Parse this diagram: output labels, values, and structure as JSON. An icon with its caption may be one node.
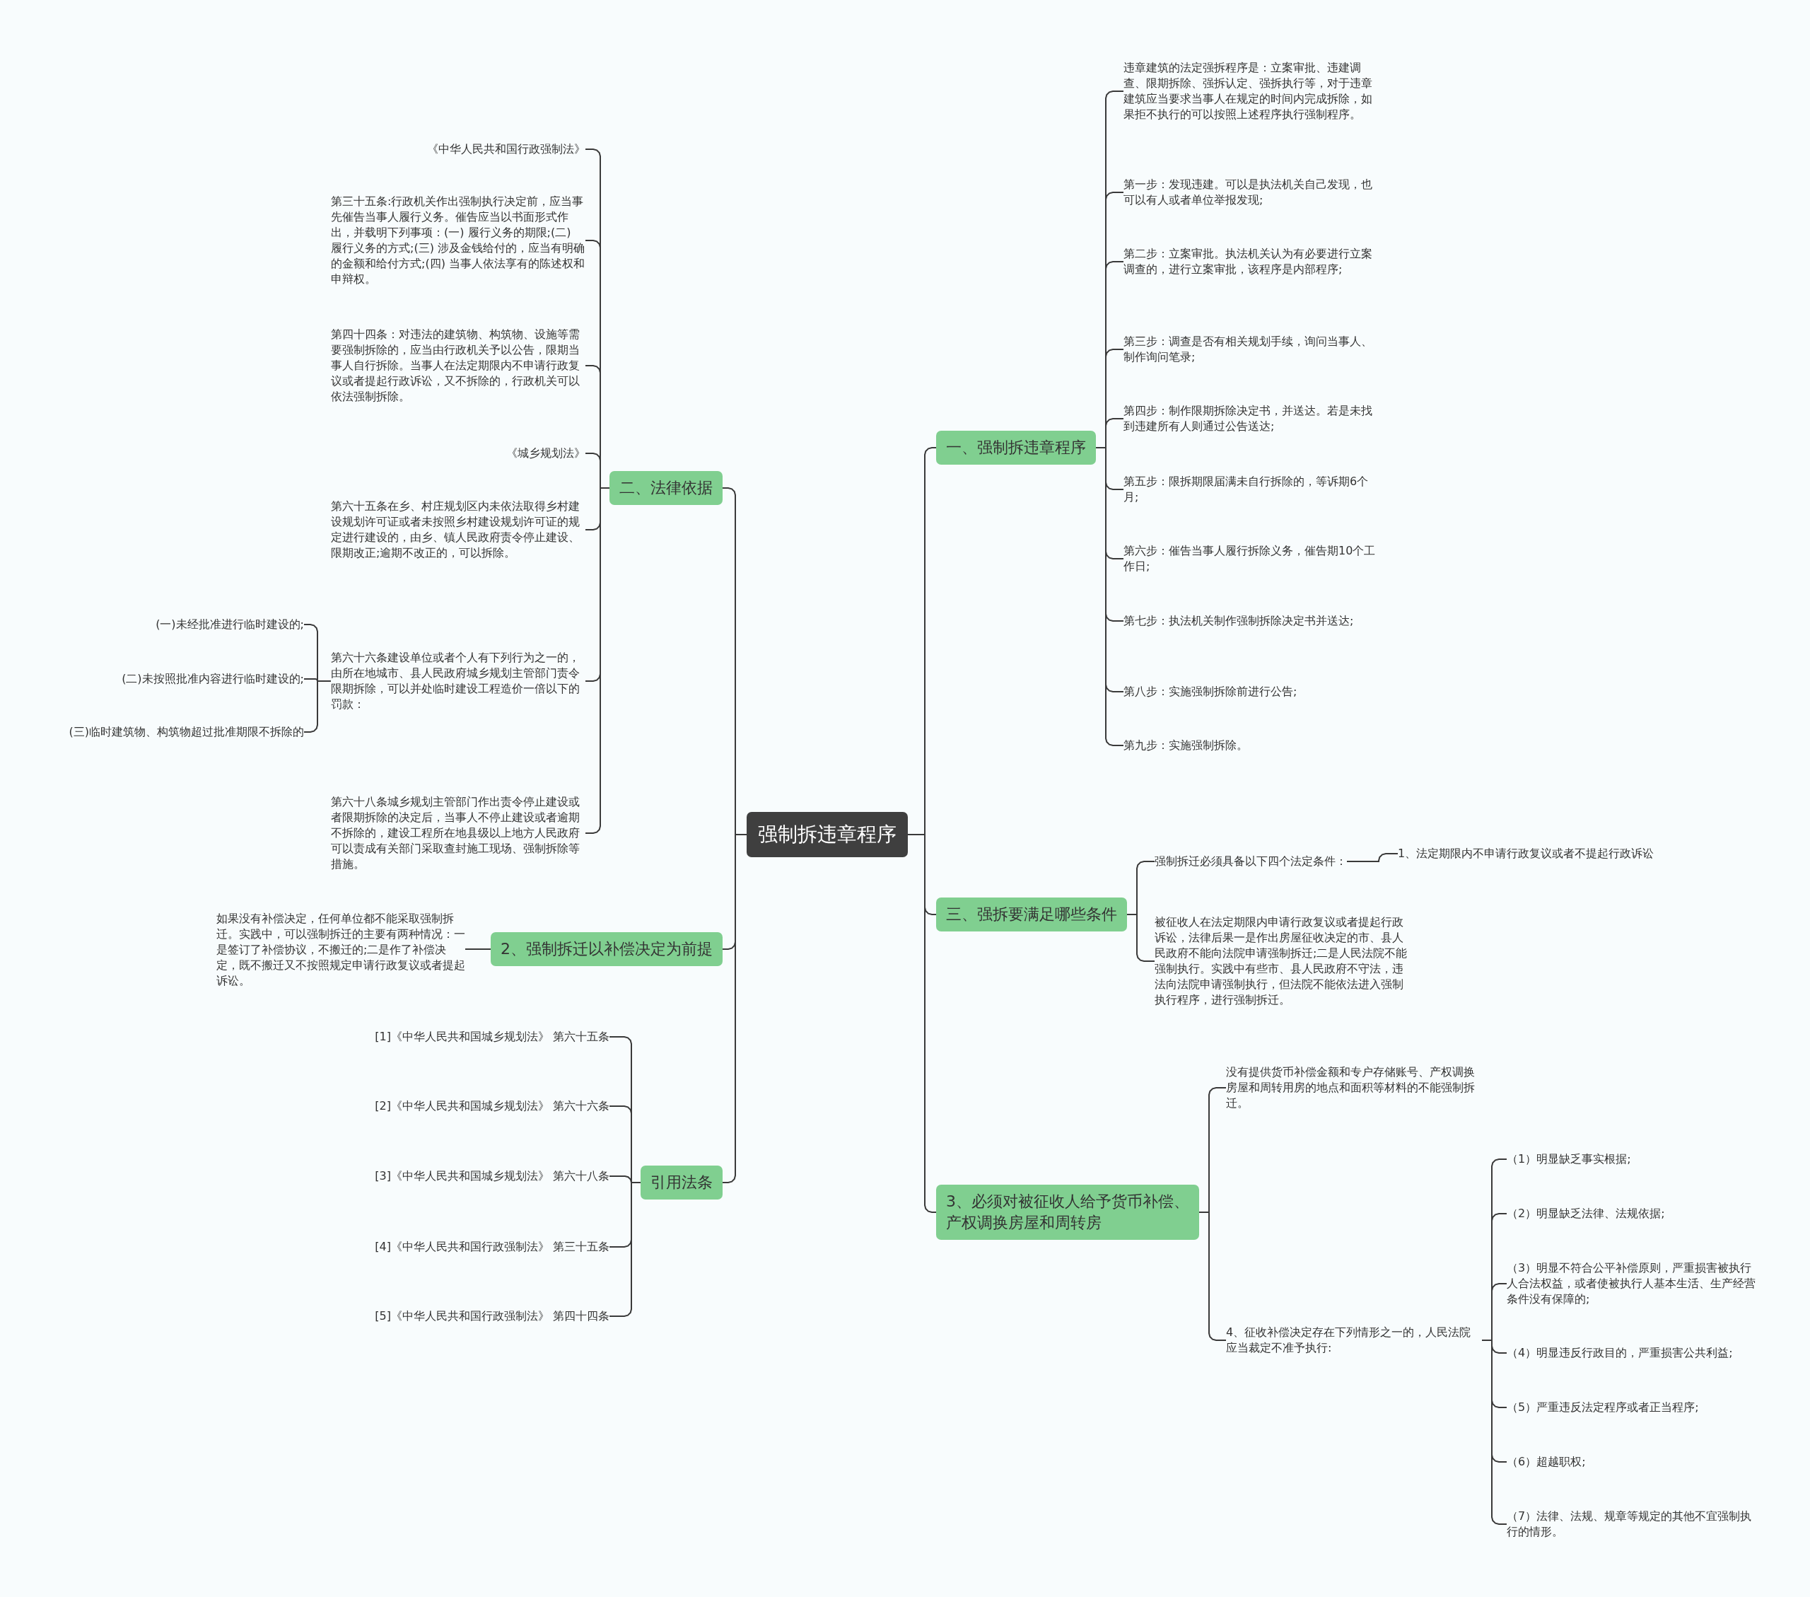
{
  "diagram": {
    "nodes": [
      {
        "text": [
          "强制拆违章程序"
        ]
      },
      {
        "text": [
          "一、强制拆违章程序"
        ]
      },
      {
        "text": [
          "违章建筑的法定强拆程序是：立案审批、违建调查、限期拆除、强拆认定、强拆执行等，对于违章建筑应当要求当事人在规定的时间内完成拆除，如果拒不执行的可以按照上述程序执行强制程序。"
        ]
      },
      {
        "text": [
          "第一步：发现违建。可以是执法机关自己发现，也可以有人或者单位举报发现;"
        ]
      },
      {
        "text": [
          "第二步：立案审批。执法机关认为有必要进行立案调查的，进行立案审批，该程序是内部程序;"
        ]
      },
      {
        "text": [
          "第三步：调查是否有相关规划手续，询问当事人、制作询问笔录;"
        ]
      },
      {
        "text": [
          "第四步：制作限期拆除决定书，并送达。若是未找到违建所有人则通过公告送达;"
        ]
      },
      {
        "text": [
          "第五步：限拆期限届满未自行拆除的，等诉期6个月;"
        ]
      },
      {
        "text": [
          "第六步：催告当事人履行拆除义务，催告期10个工作日;"
        ]
      },
      {
        "text": [
          "第七步：执法机关制作强制拆除决定书并送达;"
        ]
      },
      {
        "text": [
          "第八步：实施强制拆除前进行公告;"
        ]
      },
      {
        "text": [
          "第九步：实施强制拆除。"
        ]
      },
      {
        "text": [
          "三、强拆要满足哪些条件"
        ]
      },
      {
        "text": [
          "强制拆迁必须具备以下四个法定条件："
        ]
      },
      {
        "text": [
          "1、法定期限内不申请行政复议或者不提起行政诉讼"
        ]
      },
      {
        "text": [
          "被征收人在法定期限内申请行政复议或者提起行政诉讼，法律后果一是作出房屋征收决定的市、县人民政府不能向法院申请强制拆迁;二是人民法院不能强制执行。实践中有些市、县人民政府不守法，违法向法院申请强制执行，但法院不能依法进入强制执行程序，进行强制拆迁。"
        ]
      },
      {
        "text": [
          "3、必须对被征收人给予货币补偿、产权调换房屋和周转房"
        ]
      },
      {
        "text": [
          "没有提供货币补偿金额和专户存储账号、产权调换房屋和周转用房的地点和面积等材料的不能强制拆迁。"
        ]
      },
      {
        "text": [
          "4、征收补偿决定存在下列情形之一的，人民法院应当裁定不准予执行:"
        ]
      },
      {
        "text": [
          "（1）明显缺乏事实根据;"
        ]
      },
      {
        "text": [
          "（2）明显缺乏法律、法规依据;"
        ]
      },
      {
        "text": [
          "（3）明显不符合公平补偿原则，严重损害被执行人合法权益，或者使被执行人基本生活、生产经营条件没有保障的;"
        ]
      },
      {
        "text": [
          "（4）明显违反行政目的，严重损害公共利益;"
        ]
      },
      {
        "text": [
          "（5）严重违反法定程序或者正当程序;"
        ]
      },
      {
        "text": [
          "（6）超越职权;"
        ]
      },
      {
        "text": [
          "（7）法律、法规、规章等规定的其他不宜强制执行的情形。"
        ]
      },
      {
        "text": [
          "二、法律依据"
        ]
      },
      {
        "text": [
          "《中华人民共和国行政强制法》"
        ]
      },
      {
        "text": [
          "第三十五条:行政机关作出强制执行决定前，应当事先催告当事人履行义务。催告应当以书面形式作出，并载明下列事项：(一) 履行义务的期限;(二) 履行义务的方式;(三) 涉及金钱给付的，应当有明确的金额和给付方式;(四) 当事人依法享有的陈述权和申辩权。"
        ]
      },
      {
        "text": [
          "第四十四条：对违法的建筑物、构筑物、设施等需要强制拆除的，应当由行政机关予以公告，限期当事人自行拆除。当事人在法定期限内不申请行政复议或者提起行政诉讼，又不拆除的，行政机关可以依法强制拆除。"
        ]
      },
      {
        "text": [
          "《城乡规划法》"
        ]
      },
      {
        "text": [
          "第六十五条在乡、村庄规划区内未依法取得乡村建设规划许可证或者未按照乡村建设规划许可证的规定进行建设的，由乡、镇人民政府责令停止建设、限期改正;逾期不改正的，可以拆除。"
        ]
      },
      {
        "text": [
          "第六十六条建设单位或者个人有下列行为之一的，由所在地城市、县人民政府城乡规划主管部门责令限期拆除，可以并处临时建设工程造价一倍以下的罚款："
        ]
      },
      {
        "text": [
          "(一)未经批准进行临时建设的;"
        ]
      },
      {
        "text": [
          "(二)未按照批准内容进行临时建设的;"
        ]
      },
      {
        "text": [
          "(三)临时建筑物、构筑物超过批准期限不拆除的"
        ]
      },
      {
        "text": [
          "第六十八条城乡规划主管部门作出责令停止建设或者限期拆除的决定后，当事人不停止建设或者逾期不拆除的，建设工程所在地县级以上地方人民政府可以责成有关部门采取查封施工现场、强制拆除等措施。"
        ]
      },
      {
        "text": [
          "2、强制拆迁以补偿决定为前提"
        ]
      },
      {
        "text": [
          "如果没有补偿决定，任何单位都不能采取强制拆迁。实践中，可以强制拆迁的主要有两种情况：一是签订了补偿协议，不搬迁的;二是作了补偿决定，既不搬迁又不按照规定申请行政复议或者提起诉讼。"
        ]
      },
      {
        "text": [
          "引用法条"
        ]
      },
      {
        "text": [
          "[1]《中华人民共和国城乡规划法》 第六十五条"
        ]
      },
      {
        "text": [
          "[2]《中华人民共和国城乡规划法》 第六十六条"
        ]
      },
      {
        "text": [
          "[3]《中华人民共和国城乡规划法》 第六十八条"
        ]
      },
      {
        "text": [
          "[4]《中华人民共和国行政强制法》 第三十五条"
        ]
      },
      {
        "text": [
          "[5]《中华人民共和国行政强制法》 第四十四条"
        ]
      }
    ],
    "edges": [
      {
        "from": 0,
        "to": 1,
        "arrow": "none"
      },
      {
        "from": 1,
        "to": 2,
        "arrow": "none"
      },
      {
        "from": 1,
        "to": 3,
        "arrow": "none"
      },
      {
        "from": 1,
        "to": 4,
        "arrow": "none"
      },
      {
        "from": 1,
        "to": 5,
        "arrow": "none"
      },
      {
        "from": 1,
        "to": 6,
        "arrow": "none"
      },
      {
        "from": 1,
        "to": 7,
        "arrow": "none"
      },
      {
        "from": 1,
        "to": 8,
        "arrow": "none"
      },
      {
        "from": 1,
        "to": 9,
        "arrow": "none"
      },
      {
        "from": 1,
        "to": 10,
        "arrow": "none"
      },
      {
        "from": 1,
        "to": 11,
        "arrow": "none"
      },
      {
        "from": 0,
        "to": 12,
        "arrow": "none"
      },
      {
        "from": 12,
        "to": 13,
        "arrow": "none"
      },
      {
        "from": 13,
        "to": 14,
        "arrow": "none"
      },
      {
        "from": 12,
        "to": 15,
        "arrow": "none"
      },
      {
        "from": 0,
        "to": 16,
        "arrow": "none"
      },
      {
        "from": 16,
        "to": 17,
        "arrow": "none"
      },
      {
        "from": 16,
        "to": 18,
        "arrow": "none"
      },
      {
        "from": 18,
        "to": 19,
        "arrow": "none"
      },
      {
        "from": 18,
        "to": 20,
        "arrow": "none"
      },
      {
        "from": 18,
        "to": 21,
        "arrow": "none"
      },
      {
        "from": 18,
        "to": 22,
        "arrow": "none"
      },
      {
        "from": 18,
        "to": 23,
        "arrow": "none"
      },
      {
        "from": 18,
        "to": 24,
        "arrow": "none"
      },
      {
        "from": 18,
        "to": 25,
        "arrow": "none"
      },
      {
        "from": 0,
        "to": 26,
        "arrow": "none"
      },
      {
        "from": 26,
        "to": 27,
        "arrow": "none"
      },
      {
        "from": 26,
        "to": 28,
        "arrow": "none"
      },
      {
        "from": 26,
        "to": 29,
        "arrow": "none"
      },
      {
        "from": 26,
        "to": 30,
        "arrow": "none"
      },
      {
        "from": 26,
        "to": 31,
        "arrow": "none"
      },
      {
        "from": 26,
        "to": 32,
        "arrow": "none"
      },
      {
        "from": 32,
        "to": 33,
        "arrow": "none"
      },
      {
        "from": 32,
        "to": 34,
        "arrow": "none"
      },
      {
        "from": 32,
        "to": 35,
        "arrow": "none"
      },
      {
        "from": 26,
        "to": 36,
        "arrow": "none"
      },
      {
        "from": 0,
        "to": 37,
        "arrow": "none"
      },
      {
        "from": 37,
        "to": 38,
        "arrow": "none"
      },
      {
        "from": 0,
        "to": 39,
        "arrow": "none"
      },
      {
        "from": 39,
        "to": 40,
        "arrow": "none"
      },
      {
        "from": 39,
        "to": 41,
        "arrow": "none"
      },
      {
        "from": 39,
        "to": 42,
        "arrow": "none"
      },
      {
        "from": 39,
        "to": 43,
        "arrow": "none"
      },
      {
        "from": 39,
        "to": 44,
        "arrow": "none"
      }
    ]
  }
}
